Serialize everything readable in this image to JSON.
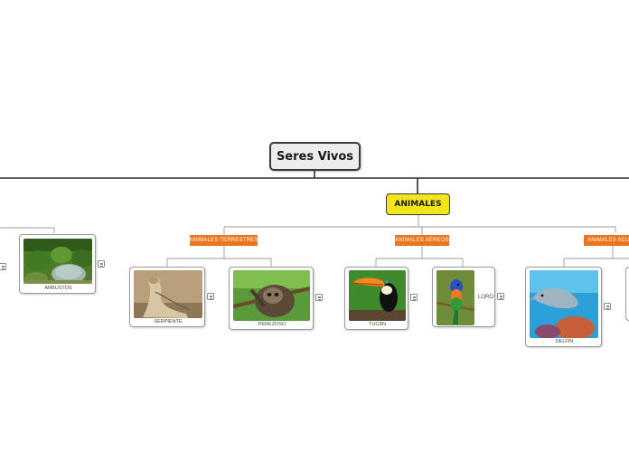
{
  "map": {
    "root": "Seres Vivos",
    "main_topic": "ANIMALES",
    "categories": [
      "ANIMALES TERRESTRES",
      "ANIMALES AÉREOS",
      "ANIMALES ACUÁTICOS"
    ],
    "items": {
      "arbustos": "ARBUSTOS",
      "serpiente": "SERPIENTE",
      "perezoso": "PEREZOSO",
      "tucan": "TUCÁN",
      "loro": "LORO",
      "delfin": "DELFÍN"
    }
  },
  "colors": {
    "root_fill": "#ececec",
    "main_fill": "#f2e61a",
    "category_fill": "#e9761e",
    "connector": "#3a3a3a"
  },
  "icons": [
    "note-icon"
  ]
}
